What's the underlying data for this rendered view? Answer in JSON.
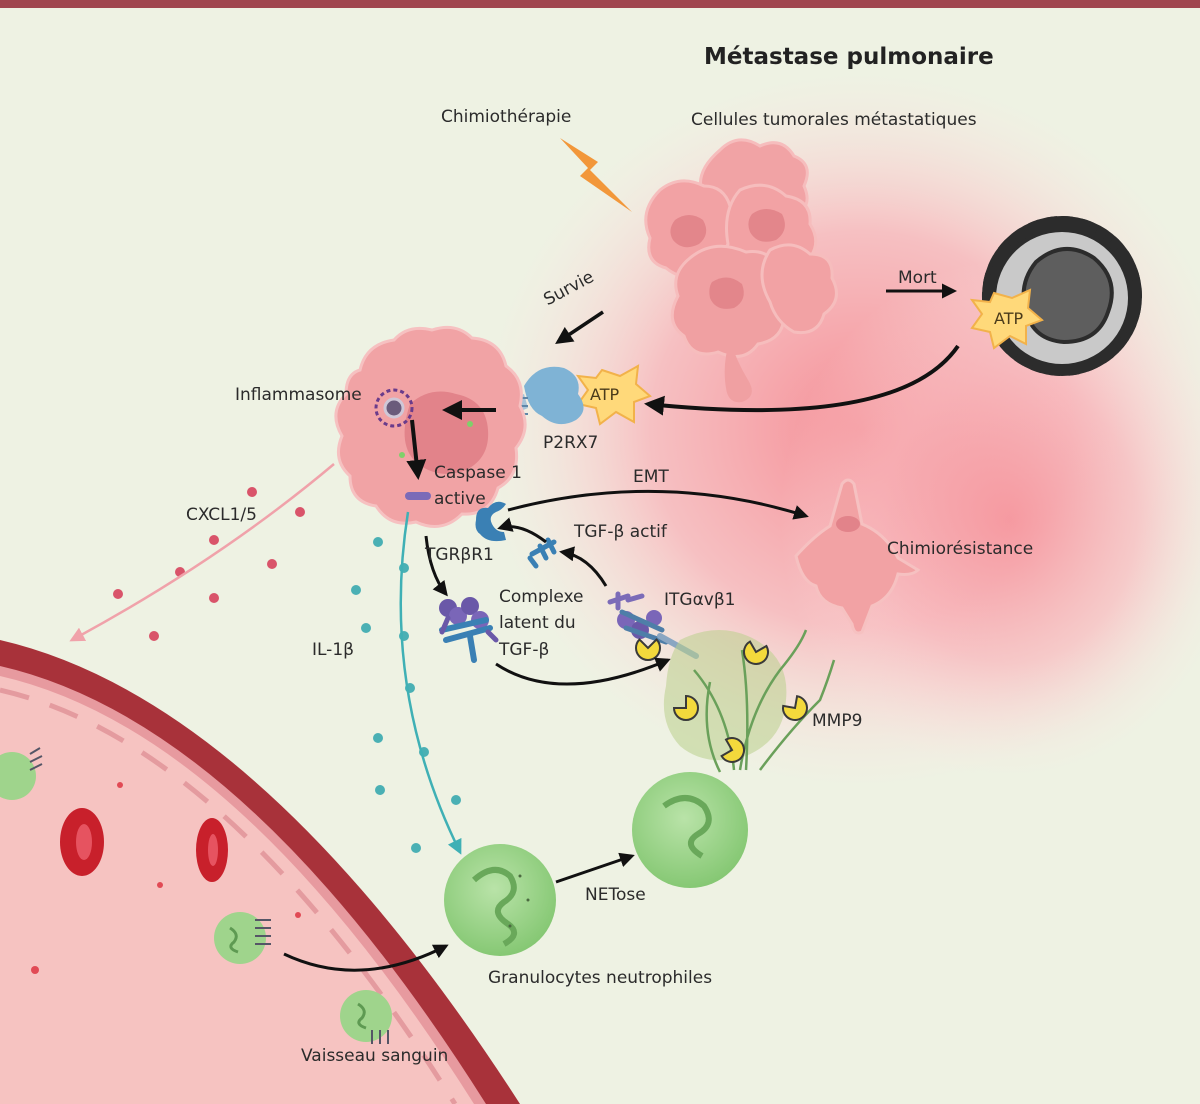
{
  "title": "Métastase pulmonaire",
  "labels": {
    "chemotherapy": "Chimiothérapie",
    "metastatic_cells": "Cellules tumorales métastatiques",
    "death": "Mort",
    "survival": "Survie",
    "atp_dying": "ATP",
    "atp_receptor": "ATP",
    "p2rx7": "P2RX7",
    "inflammasome": "Inflammasome",
    "caspase": "Caspase 1\nactive",
    "emt": "EMT",
    "chemoresistance": "Chimiorésistance",
    "cxcl": "CXCL1/5",
    "tgfb_active": "TGF-β actif",
    "tgfbr1": "TGRβR1",
    "latent_complex": "Complexe\nlatent du\nTGF-β",
    "integrin": "ITGαvβ1",
    "mmp9": "MMP9",
    "il1b": "IL-1β",
    "netose": "NETose",
    "neutrophils": "Granulocytes neutrophiles",
    "vessel": "Vaisseau sanguin"
  },
  "colors": {
    "top_bar": "#a0464f",
    "background": "#eef2e3",
    "tumor_glow": "#f7b6bb",
    "tumor_cell": "#f3a7a8",
    "vessel_wall": "#a8323a",
    "neutrophil": "#9fd48c",
    "atp_burst": "#ffd97a",
    "il1b_dots": "#4ab0b4",
    "cxcl_dots": "#d9546a",
    "mmp9": "#f3d93c"
  }
}
